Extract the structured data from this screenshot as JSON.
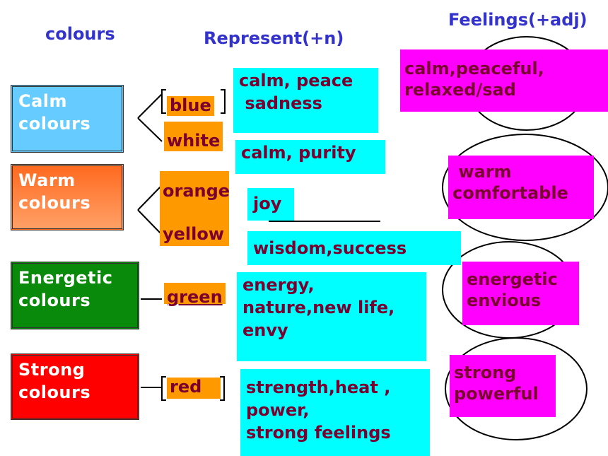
{
  "headers": {
    "colours": "colours",
    "represent": "Represent(+n)",
    "feelings": "Feelings(+adj)"
  },
  "categories": [
    {
      "line1": "Calm",
      "line2": "colours",
      "color": "#66ccff"
    },
    {
      "line1": "Warm",
      "line2": "colours",
      "color": "#ff7f3f"
    },
    {
      "line1": "Energetic",
      "line2": "colours",
      "color": "#0a8a0a"
    },
    {
      "line1": "Strong",
      "line2": "colours",
      "color": "#ff0000"
    }
  ],
  "colours": [
    "blue",
    "white",
    "orange",
    "yellow",
    "green",
    "red"
  ],
  "represent": {
    "calm_peace": [
      "calm, peace",
      " sadness"
    ],
    "calm_purity": "calm, purity",
    "joy": "joy",
    "wisdom": "wisdom,success",
    "energy": [
      "energy,",
      "nature,new life,",
      "envy"
    ],
    "strength": [
      "strength,heat ,",
      "power,",
      "strong feelings"
    ]
  },
  "feelings": {
    "calm": [
      "calm,peaceful,",
      "relaxed/sad"
    ],
    "warm": [
      " warm",
      "comfortable"
    ],
    "energetic": [
      "energetic",
      "envious"
    ],
    "strong": [
      "strong",
      "powerful"
    ]
  },
  "colors": {
    "header": "#3333cc",
    "colour_fill": "#ff9900",
    "represent_fill": "#00ffff",
    "feelings_fill": "#ff00ff",
    "label_text": "#7a0030"
  }
}
